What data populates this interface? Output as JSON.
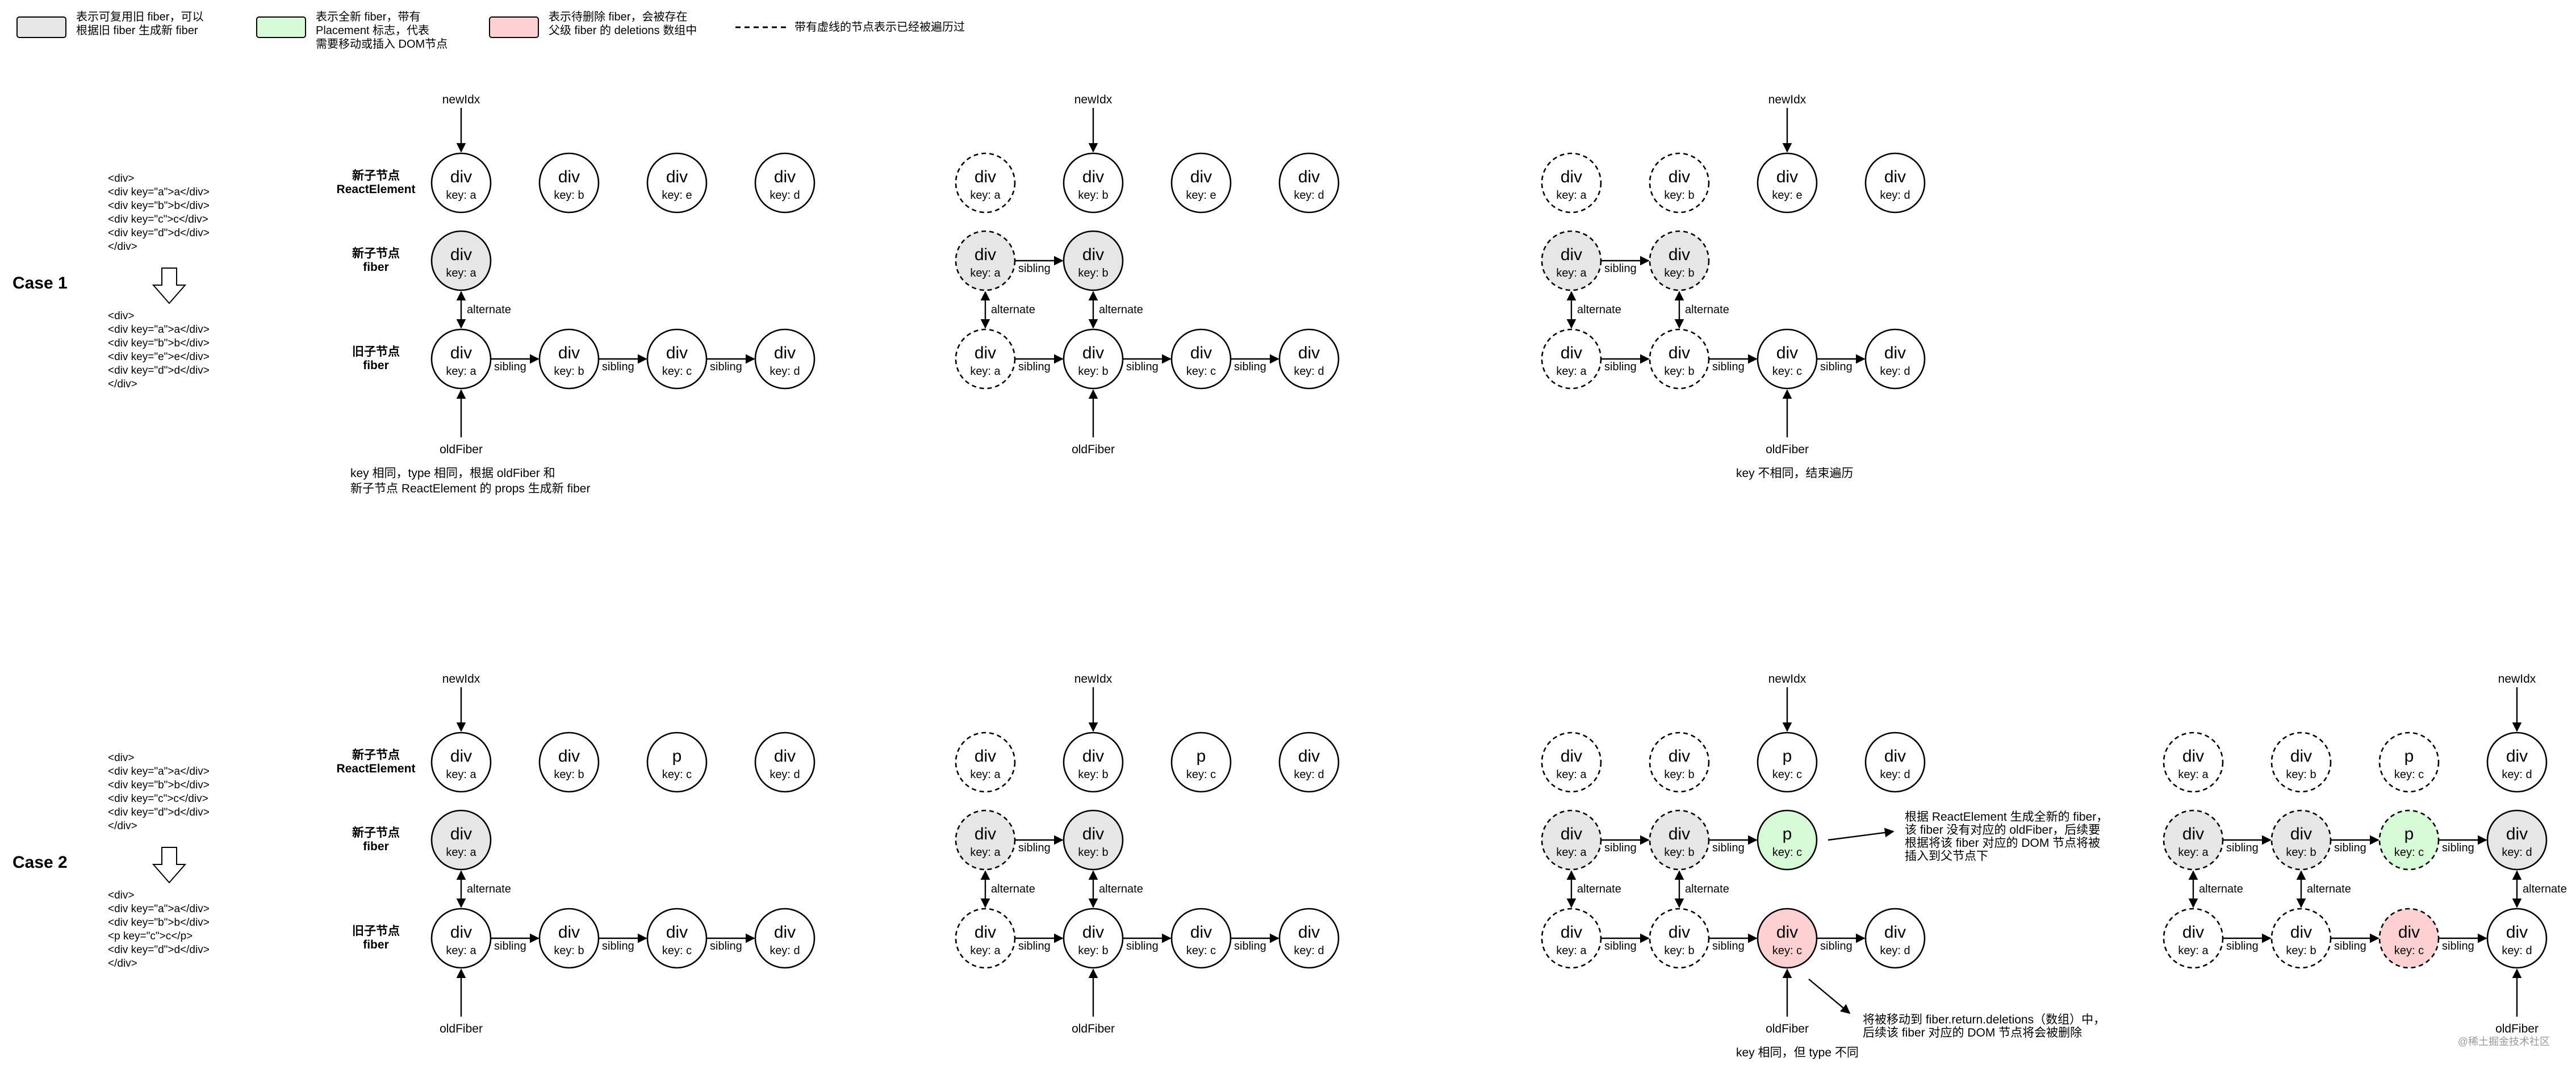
{
  "colors": {
    "reuse": "#e6e6e6",
    "new": "#d6fad6",
    "delete": "#fdd1d1",
    "plain": "#ffffff",
    "stroke": "#000000"
  },
  "legend": [
    {
      "kind": "reuse",
      "lines": [
        "表示可复用旧 fiber，可以",
        "根据旧 fiber 生成新 fiber"
      ]
    },
    {
      "kind": "new",
      "lines": [
        "表示全新 fiber，带有",
        "Placement 标志，代表",
        "需要移动或插入 DOM节点"
      ]
    },
    {
      "kind": "delete",
      "lines": [
        "表示待删除 fiber，会被存在",
        "父级 fiber 的 deletions 数组中"
      ]
    },
    {
      "kind": "dashed",
      "lines": [
        "带有虚线的节点表示已经被遍历过"
      ]
    }
  ],
  "labels": {
    "newIdx": "newIdx",
    "oldFiber": "oldFiber",
    "sibling": "sibling",
    "alternate": "alternate",
    "row_element": [
      "新子节点",
      "ReactElement"
    ],
    "row_new_fiber": [
      "新子节点",
      "fiber"
    ],
    "row_old_fiber": [
      "旧子节点",
      "fiber"
    ]
  },
  "cases": [
    {
      "title": "Case 1",
      "code_before": [
        "<div>",
        "  <div key=\"a\">a</div>",
        "  <div key=\"b\">b</div>",
        "  <div key=\"c\">c</div>",
        "  <div key=\"d\">d</div>",
        "</div>"
      ],
      "code_after": [
        "<div>",
        "  <div key=\"a\">a</div>",
        "  <div key=\"b\">b</div>",
        "  <div key=\"e\">e</div>",
        "  <div key=\"d\">d</div>",
        "</div>"
      ],
      "steps": [
        {
          "elements": [
            {
              "type": "div",
              "key": "key: a"
            },
            {
              "type": "div",
              "key": "key: b"
            },
            {
              "type": "div",
              "key": "key: e"
            },
            {
              "type": "div",
              "key": "key: d"
            }
          ],
          "new_fibers": [
            {
              "type": "div",
              "key": "key: a",
              "fill": "reuse"
            }
          ],
          "old_fibers": [
            {
              "type": "div",
              "key": "key: a"
            },
            {
              "type": "div",
              "key": "key: b"
            },
            {
              "type": "div",
              "key": "key: c"
            },
            {
              "type": "div",
              "key": "key: d"
            }
          ],
          "traversed": 0,
          "pointer": 0,
          "note": [
            "key 相同，type 相同，根据 oldFiber 和",
            "新子节点 ReactElement 的 props 生成新 fiber"
          ]
        },
        {
          "elements": [
            {
              "type": "div",
              "key": "key: a"
            },
            {
              "type": "div",
              "key": "key: b"
            },
            {
              "type": "div",
              "key": "key: e"
            },
            {
              "type": "div",
              "key": "key: d"
            }
          ],
          "new_fibers": [
            {
              "type": "div",
              "key": "key: a",
              "fill": "reuse"
            },
            {
              "type": "div",
              "key": "key: b",
              "fill": "reuse"
            }
          ],
          "old_fibers": [
            {
              "type": "div",
              "key": "key: a"
            },
            {
              "type": "div",
              "key": "key: b"
            },
            {
              "type": "div",
              "key": "key: c"
            },
            {
              "type": "div",
              "key": "key: d"
            }
          ],
          "traversed": 1,
          "pointer": 1,
          "note": []
        },
        {
          "elements": [
            {
              "type": "div",
              "key": "key: a"
            },
            {
              "type": "div",
              "key": "key: b"
            },
            {
              "type": "div",
              "key": "key: e"
            },
            {
              "type": "div",
              "key": "key: d"
            }
          ],
          "new_fibers": [
            {
              "type": "div",
              "key": "key: a",
              "fill": "reuse"
            },
            {
              "type": "div",
              "key": "key: b",
              "fill": "reuse"
            }
          ],
          "old_fibers": [
            {
              "type": "div",
              "key": "key: a"
            },
            {
              "type": "div",
              "key": "key: b"
            },
            {
              "type": "div",
              "key": "key: c"
            },
            {
              "type": "div",
              "key": "key: d"
            }
          ],
          "traversed": 2,
          "pointer": 2,
          "note": [
            "key 不相同，结束遍历"
          ]
        }
      ]
    },
    {
      "title": "Case 2",
      "code_before": [
        "<div>",
        "  <div key=\"a\">a</div>",
        "  <div key=\"b\">b</div>",
        "  <div key=\"c\">c</div>",
        "  <div key=\"d\">d</div>",
        "</div>"
      ],
      "code_after": [
        "<div>",
        "  <div key=\"a\">a</div>",
        "  <div key=\"b\">b</div>",
        "  <p key=\"c\">c</p>",
        "  <div key=\"d\">d</div>",
        "</div>"
      ],
      "steps": [
        {
          "elements": [
            {
              "type": "div",
              "key": "key: a"
            },
            {
              "type": "div",
              "key": "key: b"
            },
            {
              "type": "p",
              "key": "key: c"
            },
            {
              "type": "div",
              "key": "key: d"
            }
          ],
          "new_fibers": [
            {
              "type": "div",
              "key": "key: a",
              "fill": "reuse"
            }
          ],
          "old_fibers": [
            {
              "type": "div",
              "key": "key: a"
            },
            {
              "type": "div",
              "key": "key: b"
            },
            {
              "type": "div",
              "key": "key: c"
            },
            {
              "type": "div",
              "key": "key: d"
            }
          ],
          "traversed": 0,
          "pointer": 0,
          "note": []
        },
        {
          "elements": [
            {
              "type": "div",
              "key": "key: a"
            },
            {
              "type": "div",
              "key": "key: b"
            },
            {
              "type": "p",
              "key": "key: c"
            },
            {
              "type": "div",
              "key": "key: d"
            }
          ],
          "new_fibers": [
            {
              "type": "div",
              "key": "key: a",
              "fill": "reuse"
            },
            {
              "type": "div",
              "key": "key: b",
              "fill": "reuse"
            }
          ],
          "old_fibers": [
            {
              "type": "div",
              "key": "key: a"
            },
            {
              "type": "div",
              "key": "key: b"
            },
            {
              "type": "div",
              "key": "key: c"
            },
            {
              "type": "div",
              "key": "key: d"
            }
          ],
          "traversed": 1,
          "pointer": 1,
          "note": []
        },
        {
          "elements": [
            {
              "type": "div",
              "key": "key: a"
            },
            {
              "type": "div",
              "key": "key: b"
            },
            {
              "type": "p",
              "key": "key: c"
            },
            {
              "type": "div",
              "key": "key: d"
            }
          ],
          "new_fibers": [
            {
              "type": "div",
              "key": "key: a",
              "fill": "reuse"
            },
            {
              "type": "div",
              "key": "key: b",
              "fill": "reuse"
            },
            {
              "type": "p",
              "key": "key: c",
              "fill": "new"
            }
          ],
          "old_fibers": [
            {
              "type": "div",
              "key": "key: a"
            },
            {
              "type": "div",
              "key": "key: b"
            },
            {
              "type": "div",
              "key": "key: c",
              "fill": "delete"
            },
            {
              "type": "div",
              "key": "key: d"
            }
          ],
          "traversed": 2,
          "pointer": 2,
          "note": [
            "key 相同，但 type 不同"
          ],
          "callout_new": [
            "根据 ReactElement 生成全新的 fiber，",
            "该 fiber 没有对应的 oldFiber，后续要",
            "根据将该 fiber 对应的 DOM 节点将被",
            "插入到父节点下"
          ],
          "callout_delete": [
            "将被移动到 fiber.return.deletions（数组）中，",
            "后续该 fiber 对应的 DOM 节点将会被删除"
          ]
        },
        {
          "elements": [
            {
              "type": "div",
              "key": "key: a"
            },
            {
              "type": "div",
              "key": "key: b"
            },
            {
              "type": "p",
              "key": "key: c"
            },
            {
              "type": "div",
              "key": "key: d"
            }
          ],
          "new_fibers": [
            {
              "type": "div",
              "key": "key: a",
              "fill": "reuse"
            },
            {
              "type": "div",
              "key": "key: b",
              "fill": "reuse"
            },
            {
              "type": "p",
              "key": "key: c",
              "fill": "new"
            },
            {
              "type": "div",
              "key": "key: d",
              "fill": "reuse"
            }
          ],
          "old_fibers": [
            {
              "type": "div",
              "key": "key: a"
            },
            {
              "type": "div",
              "key": "key: b"
            },
            {
              "type": "div",
              "key": "key: c",
              "fill": "delete"
            },
            {
              "type": "div",
              "key": "key: d"
            }
          ],
          "traversed": 3,
          "pointer": 3,
          "note": []
        }
      ]
    }
  ],
  "footer": "@稀土掘金技术社区"
}
